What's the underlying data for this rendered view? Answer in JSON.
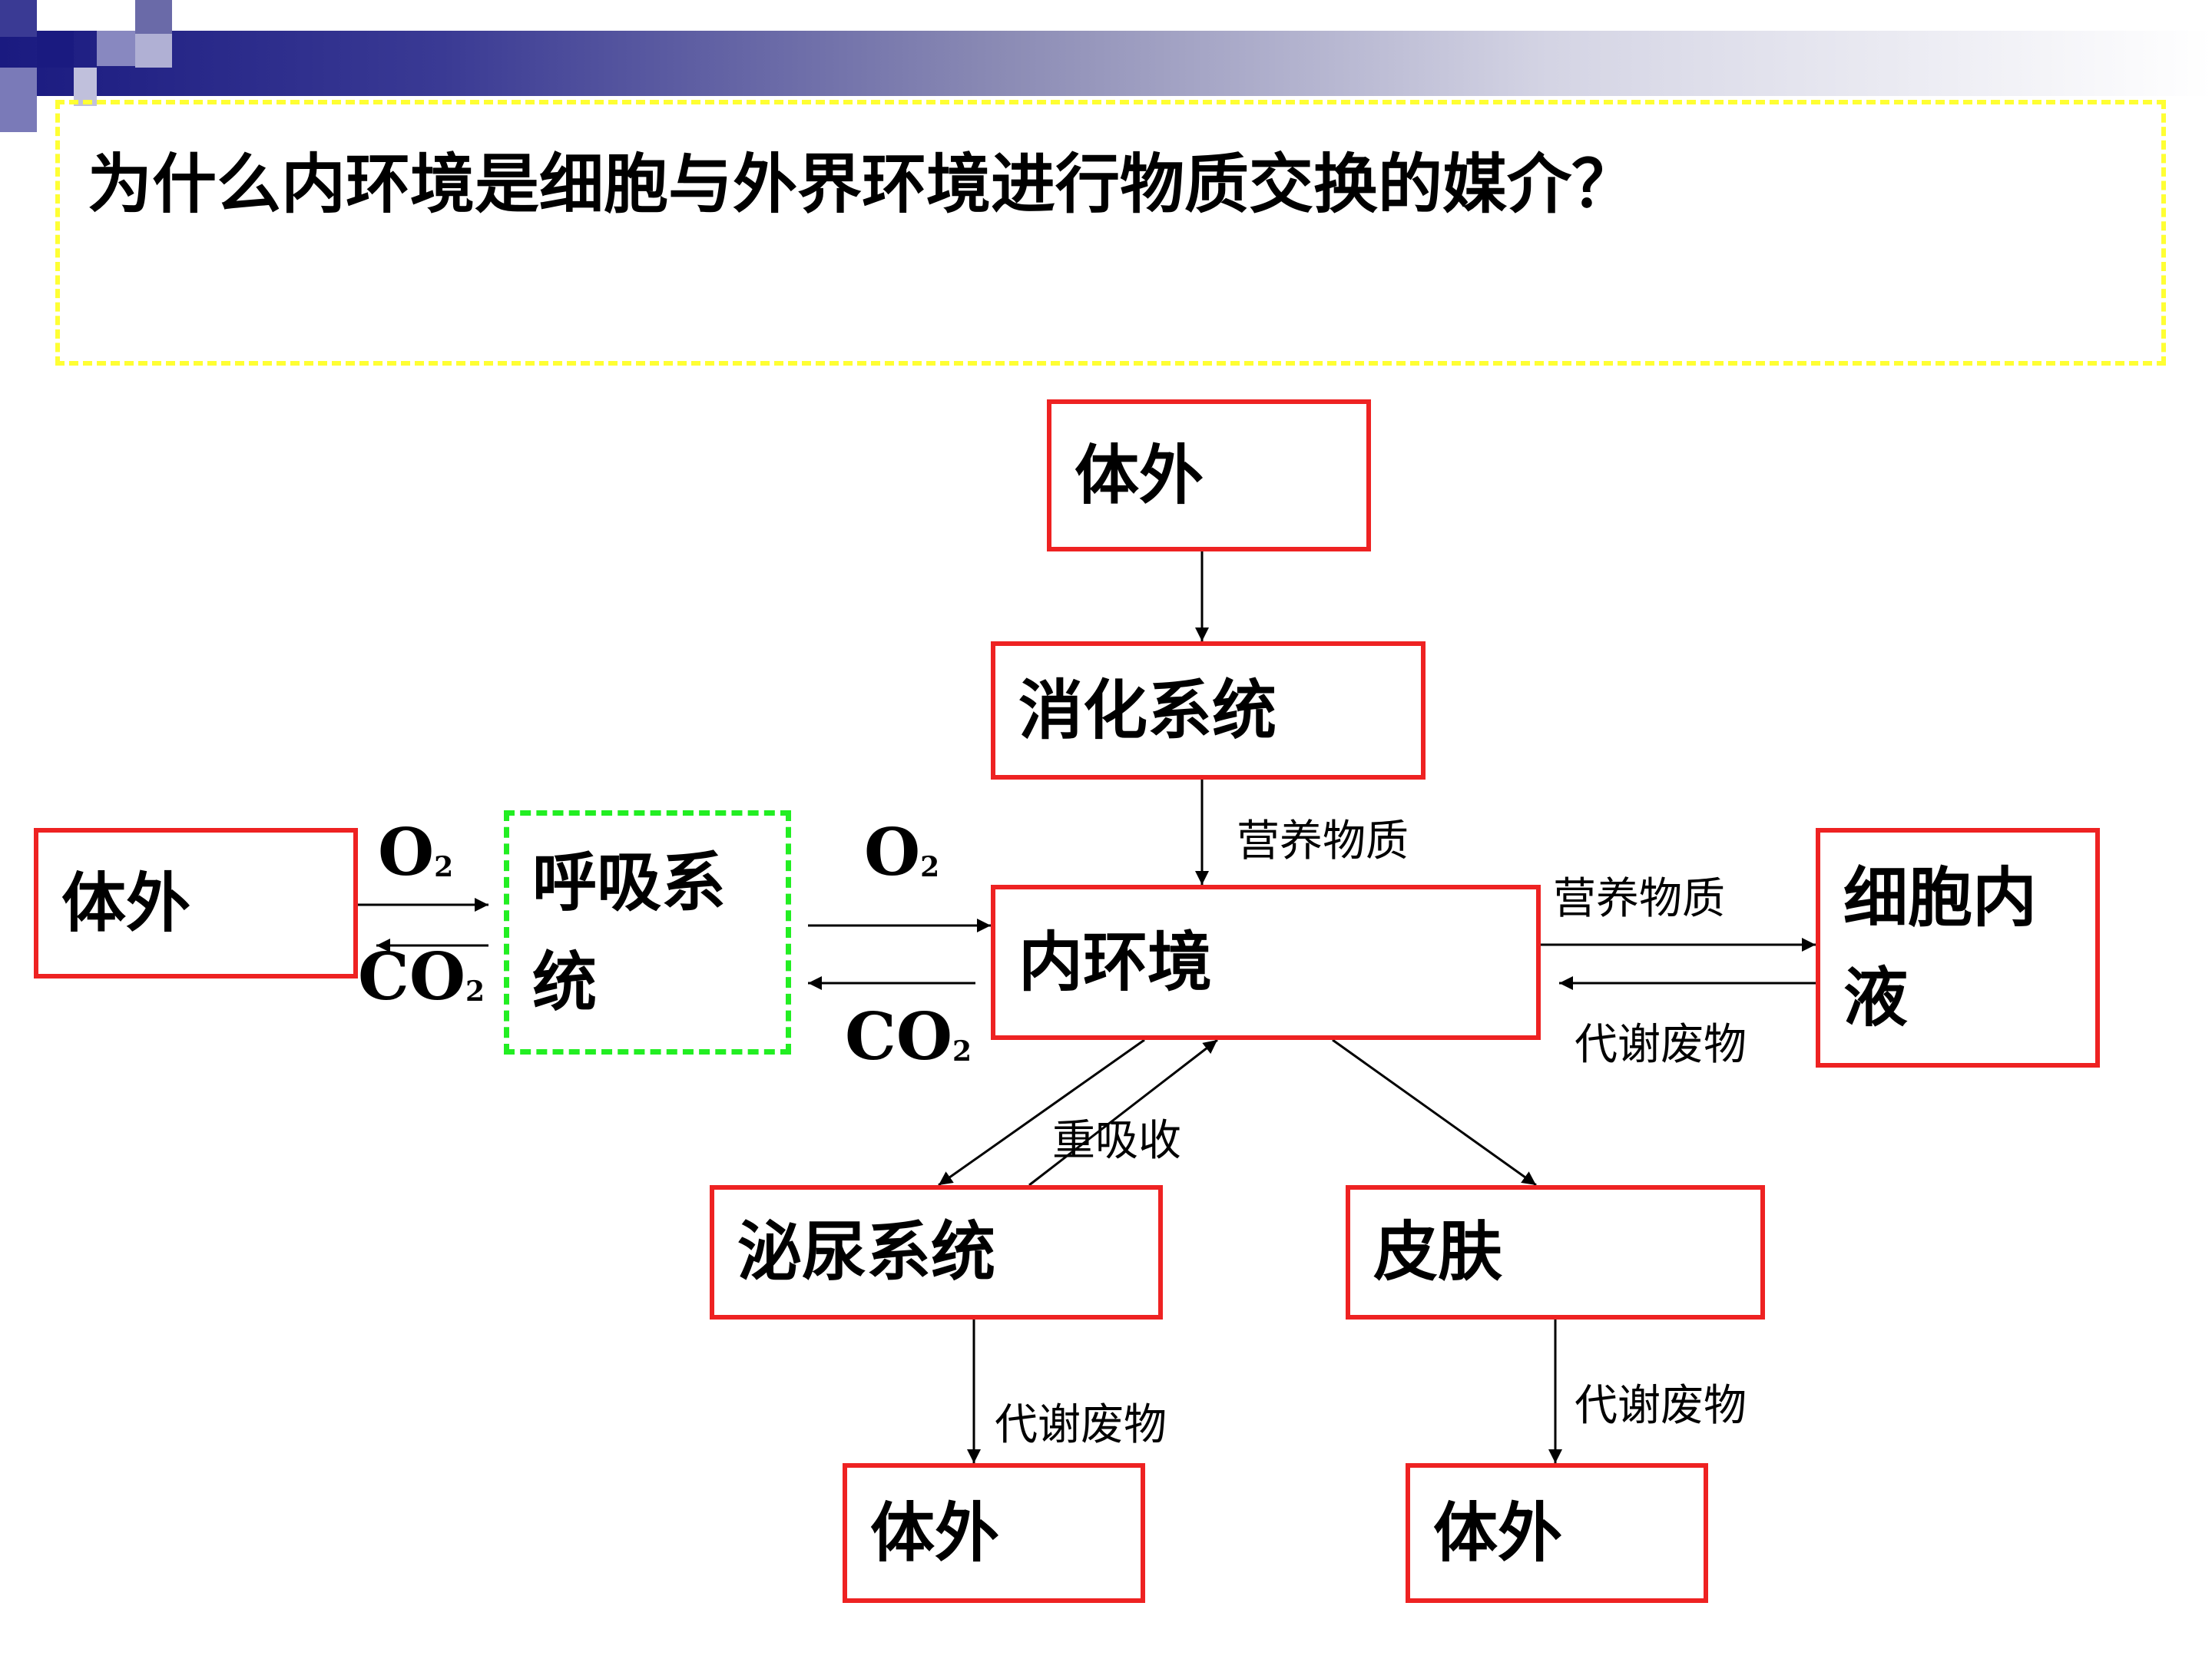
{
  "question": "为什么内环境是细胞与外界环境进行物质交换的媒介？",
  "nodes": {
    "outside_top": "体外",
    "digestive": "消化系统",
    "outside_left": "体外",
    "respiratory": "呼吸系统",
    "internal_env": "内环境",
    "intracellular": "细胞内液",
    "urinary": "泌尿系统",
    "skin": "皮肤",
    "outside_bottom_left": "体外",
    "outside_bottom_right": "体外"
  },
  "edge_labels": {
    "nutrients_in": "营养物质",
    "nutrients_to_cell": "营养物质",
    "waste_from_cell": "代谢废物",
    "reabsorption": "重吸收",
    "waste_urinary": "代谢废物",
    "waste_skin": "代谢废物"
  },
  "gases": {
    "o2_left": {
      "base": "O",
      "sub": "2"
    },
    "co2_left": {
      "base": "CO",
      "sub": "2"
    },
    "o2_right": {
      "base": "O",
      "sub": "2"
    },
    "co2_right": {
      "base": "CO",
      "sub": "2"
    }
  },
  "colors": {
    "node_border": "#ee2222",
    "respiratory_border": "#22ee22",
    "question_border": "#ffff33",
    "header_band": "#1a1a80"
  }
}
